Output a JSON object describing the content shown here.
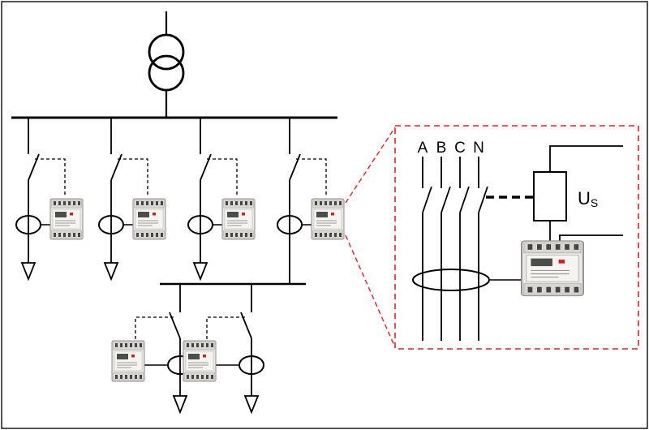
{
  "detail": {
    "phases": [
      "A",
      "B",
      "C",
      "N"
    ],
    "voltage_label": {
      "main": "U",
      "sub": "S"
    }
  },
  "icons": {
    "transformer": "transformer-icon",
    "breaker": "circuit-breaker-icon",
    "current_transformer": "current-transformer-icon",
    "meter": "energy-meter-icon",
    "load_arrow": "load-arrow-icon"
  },
  "colors": {
    "line": "#000000",
    "callout_red": "#e82020",
    "device_body": "#e9e7e2",
    "device_band": "#d8d6d0",
    "device_terminal": "#444444",
    "led_red": "#cc2222"
  }
}
